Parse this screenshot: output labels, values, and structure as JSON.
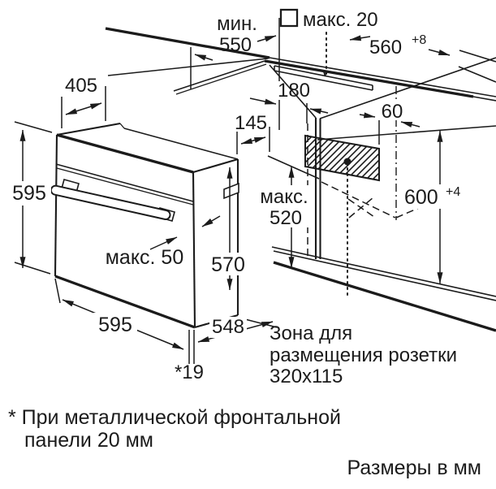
{
  "figure": {
    "dims": {
      "min_label": "мин.",
      "min_value": "550",
      "hob_max": "макс. 20",
      "cutout_width": "560",
      "cutout_width_tol": "+8",
      "top_depth": "405",
      "rear_offset": "180",
      "top_gap": "145",
      "socket_offset": "60",
      "oven_height": "595",
      "niche_depth_label": "макс.",
      "niche_depth_value": "520",
      "niche_height": "600",
      "niche_height_tol": "+4",
      "body_height": "570",
      "handle_max": "макс. 50",
      "oven_width": "595",
      "body_depth": "548",
      "front_overhang": "*19"
    },
    "socket_note": [
      "Зона для",
      "размещения розетки",
      "320x115"
    ],
    "footnote": [
      "* При металлической фронтальной",
      "панели 20 мм"
    ],
    "units_note": "Размеры в мм"
  }
}
